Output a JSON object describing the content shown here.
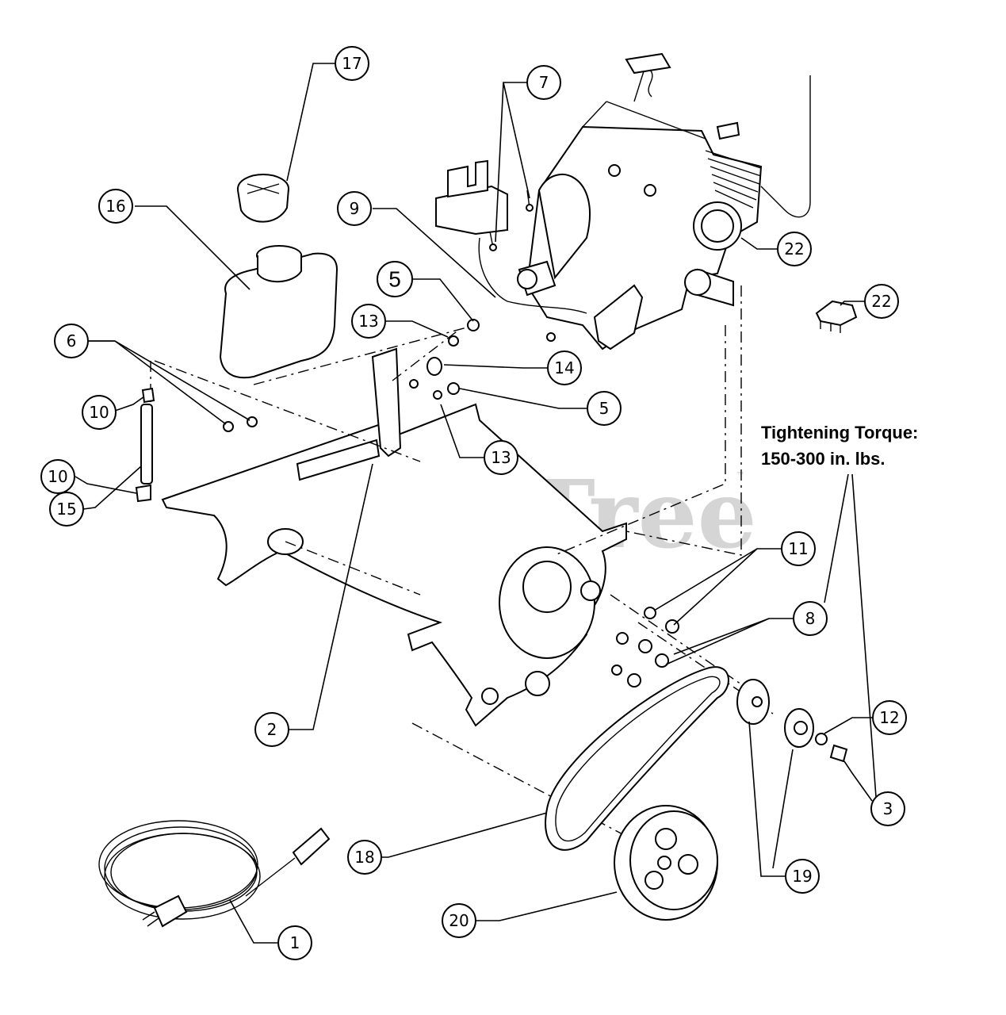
{
  "watermark": {
    "text": "PartsTree",
    "mark": "™"
  },
  "torque_note": {
    "line1": "Tightening Torque:",
    "line2": "150-300 in. lbs."
  },
  "callouts": {
    "c17": "17",
    "c7": "7",
    "c16": "16",
    "c9": "9",
    "c5a": "5",
    "c13a": "13",
    "c14": "14",
    "c5b": "5",
    "c13b": "13",
    "c6": "6",
    "c10a": "10",
    "c10b": "10",
    "c15": "15",
    "c22a": "22",
    "c22b": "22",
    "c11": "11",
    "c8": "8",
    "c2": "2",
    "c12": "12",
    "c3": "3",
    "c18": "18",
    "c19": "19",
    "c20": "20",
    "c1": "1"
  }
}
